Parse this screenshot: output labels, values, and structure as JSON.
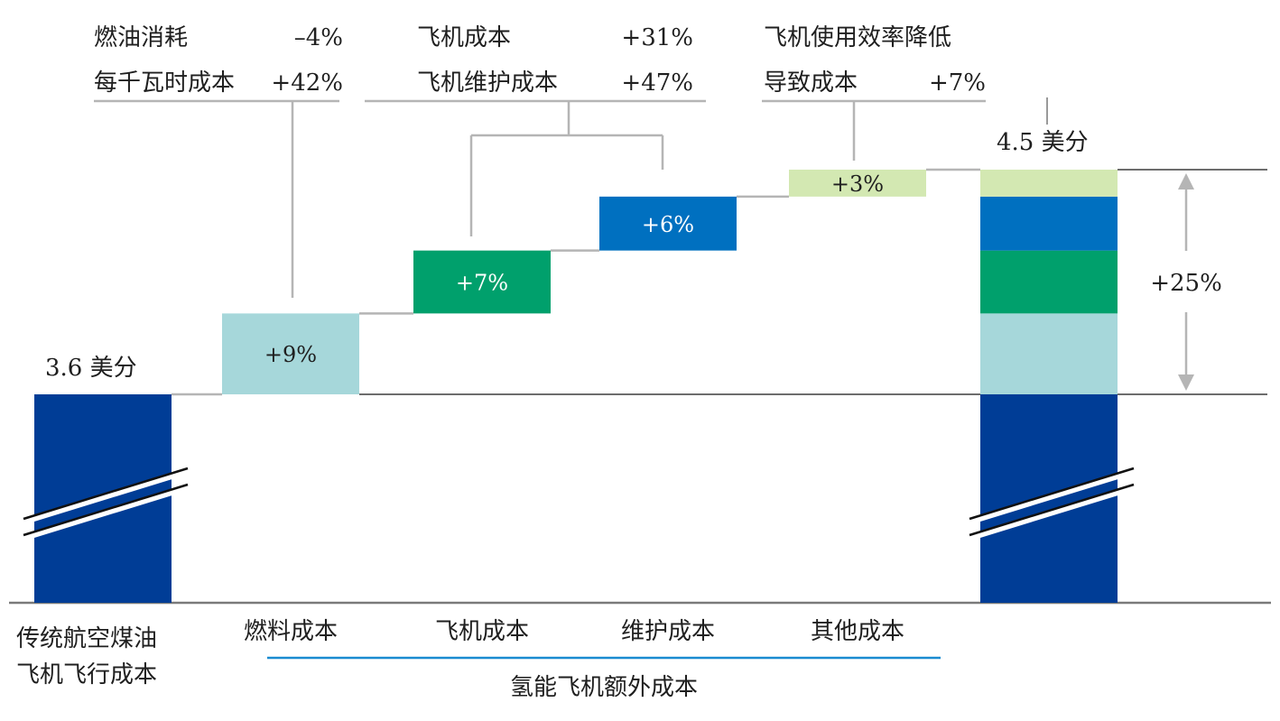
{
  "chart_data": {
    "type": "waterfall",
    "unit": "美分",
    "start": {
      "label_lines": [
        "传统航空煤油",
        "飞机飞行成本"
      ],
      "value": 3.6,
      "value_label": "3.6 美分"
    },
    "steps": [
      {
        "category": "燃料成本",
        "value_pct": 9,
        "label": "+9%",
        "color": "#a6d7da"
      },
      {
        "category": "飞机成本",
        "value_pct": 7,
        "label": "+7%",
        "color": "#00a06c"
      },
      {
        "category": "维护成本",
        "value_pct": 6,
        "label": "+6%",
        "color": "#0070c0"
      },
      {
        "category": "其他成本",
        "value_pct": 3,
        "label": "+3%",
        "color": "#d3e8b2"
      }
    ],
    "end": {
      "value": 4.5,
      "value_label": "4.5 美分",
      "total_change_label": "+25%"
    },
    "group_label": "氢能飞机额外成本",
    "base_color": "#003d96",
    "annotations": [
      {
        "rows": [
          {
            "text": "燃油消耗",
            "value": "–4%"
          },
          {
            "text": "每千瓦时成本",
            "value": "+42%"
          }
        ]
      },
      {
        "rows": [
          {
            "text": "飞机成本",
            "value": "+31%"
          },
          {
            "text": "飞机维护成本",
            "value": "+47%"
          }
        ]
      },
      {
        "rows": [
          {
            "text": "飞机使用效率降低",
            "value": ""
          },
          {
            "text": "导致成本",
            "value": "+7%"
          }
        ]
      }
    ]
  }
}
